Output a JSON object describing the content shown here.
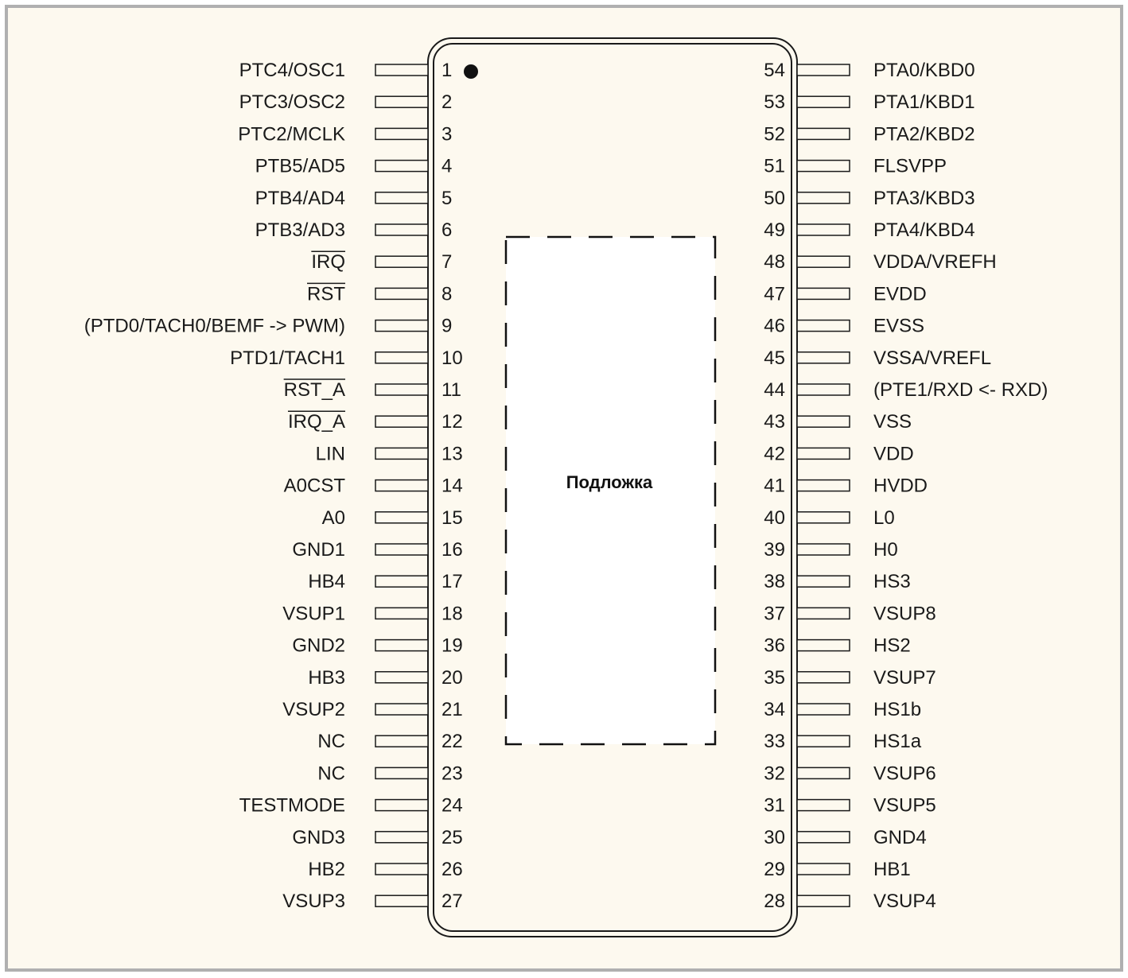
{
  "colors": {
    "background": "#fdf9ef",
    "frame_border": "#b0b0b0",
    "stroke": "#1a1a1a",
    "substrate_fill": "#ffffff"
  },
  "substrate": {
    "label": "Подложка"
  },
  "pin1_marker": "pin-1-indicator-dot",
  "left_pins": [
    {
      "num": "1",
      "name": "PTC4/OSC1",
      "overbar": false
    },
    {
      "num": "2",
      "name": "PTC3/OSC2",
      "overbar": false
    },
    {
      "num": "3",
      "name": "PTC2/MCLK",
      "overbar": false
    },
    {
      "num": "4",
      "name": "PTB5/AD5",
      "overbar": false
    },
    {
      "num": "5",
      "name": "PTB4/AD4",
      "overbar": false
    },
    {
      "num": "6",
      "name": "PTB3/AD3",
      "overbar": false
    },
    {
      "num": "7",
      "name": "IRQ",
      "overbar": true
    },
    {
      "num": "8",
      "name": "RST",
      "overbar": true
    },
    {
      "num": "9",
      "name": "(PTD0/TACH0/BEMF -> PWM)",
      "overbar": false
    },
    {
      "num": "10",
      "name": "PTD1/TACH1",
      "overbar": false
    },
    {
      "num": "11",
      "name": "RST_A",
      "overbar": true
    },
    {
      "num": "12",
      "name": "IRQ_A",
      "overbar": true
    },
    {
      "num": "13",
      "name": "LIN",
      "overbar": false
    },
    {
      "num": "14",
      "name": "A0CST",
      "overbar": false
    },
    {
      "num": "15",
      "name": "A0",
      "overbar": false
    },
    {
      "num": "16",
      "name": "GND1",
      "overbar": false
    },
    {
      "num": "17",
      "name": "HB4",
      "overbar": false
    },
    {
      "num": "18",
      "name": "VSUP1",
      "overbar": false
    },
    {
      "num": "19",
      "name": "GND2",
      "overbar": false
    },
    {
      "num": "20",
      "name": "HB3",
      "overbar": false
    },
    {
      "num": "21",
      "name": "VSUP2",
      "overbar": false
    },
    {
      "num": "22",
      "name": "NC",
      "overbar": false
    },
    {
      "num": "23",
      "name": "NC",
      "overbar": false
    },
    {
      "num": "24",
      "name": "TESTMODE",
      "overbar": false
    },
    {
      "num": "25",
      "name": "GND3",
      "overbar": false
    },
    {
      "num": "26",
      "name": "HB2",
      "overbar": false
    },
    {
      "num": "27",
      "name": "VSUP3",
      "overbar": false
    }
  ],
  "right_pins": [
    {
      "num": "54",
      "name": "PTA0/KBD0"
    },
    {
      "num": "53",
      "name": "PTA1/KBD1"
    },
    {
      "num": "52",
      "name": "PTA2/KBD2"
    },
    {
      "num": "51",
      "name": "FLSVPP"
    },
    {
      "num": "50",
      "name": "PTA3/KBD3"
    },
    {
      "num": "49",
      "name": "PTA4/KBD4"
    },
    {
      "num": "48",
      "name": "VDDA/VREFH"
    },
    {
      "num": "47",
      "name": "EVDD"
    },
    {
      "num": "46",
      "name": "EVSS"
    },
    {
      "num": "45",
      "name": "VSSA/VREFL"
    },
    {
      "num": "44",
      "name": "(PTE1/RXD <- RXD)"
    },
    {
      "num": "43",
      "name": "VSS"
    },
    {
      "num": "42",
      "name": "VDD"
    },
    {
      "num": "41",
      "name": "HVDD"
    },
    {
      "num": "40",
      "name": "L0"
    },
    {
      "num": "39",
      "name": "H0"
    },
    {
      "num": "38",
      "name": "HS3"
    },
    {
      "num": "37",
      "name": "VSUP8"
    },
    {
      "num": "36",
      "name": "HS2"
    },
    {
      "num": "35",
      "name": "VSUP7"
    },
    {
      "num": "34",
      "name": "HS1b"
    },
    {
      "num": "33",
      "name": "HS1a"
    },
    {
      "num": "32",
      "name": "VSUP6"
    },
    {
      "num": "31",
      "name": "VSUP5"
    },
    {
      "num": "30",
      "name": "GND4"
    },
    {
      "num": "29",
      "name": "HB1"
    },
    {
      "num": "28",
      "name": "VSUP4"
    }
  ]
}
